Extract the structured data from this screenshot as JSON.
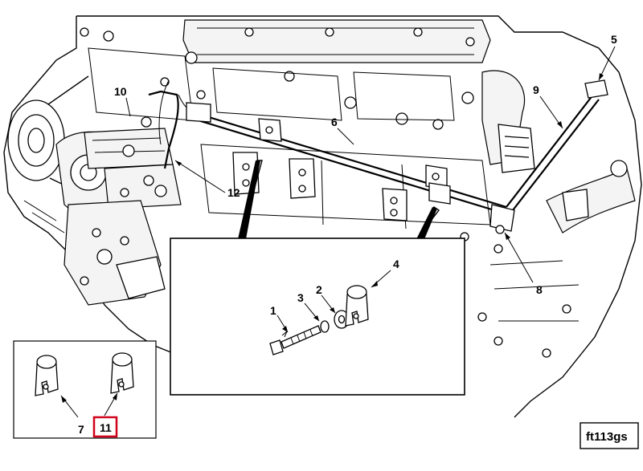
{
  "figure": {
    "code": "ft113gs",
    "highlight_color": "#d0021b"
  },
  "callouts": {
    "c1": "1",
    "c2": "2",
    "c3": "3",
    "c4": "4",
    "c5": "5",
    "c6": "6",
    "c7": "7",
    "c8": "8",
    "c9": "9",
    "c10": "10",
    "c11": "11",
    "c12": "12"
  }
}
